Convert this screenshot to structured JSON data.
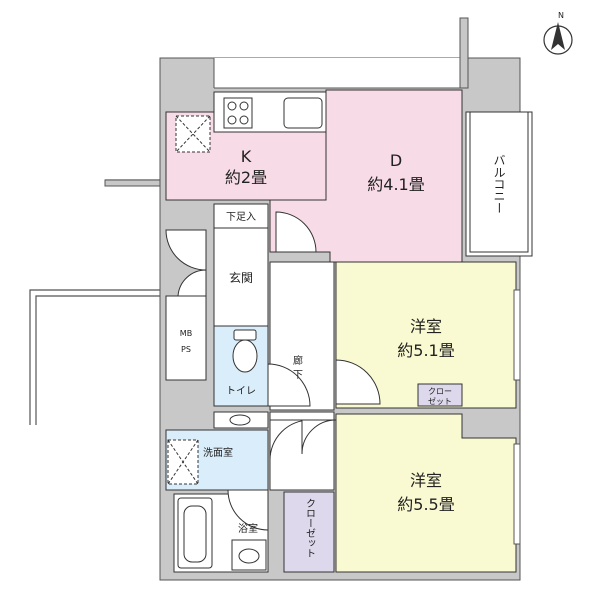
{
  "compass": {
    "label": "N"
  },
  "rooms": {
    "kitchen": {
      "name": "K",
      "size": "約2畳"
    },
    "dining": {
      "name": "D",
      "size": "約4.1畳"
    },
    "balcony": {
      "name": "バルコニー"
    },
    "shoe_storage": {
      "name": "下足入"
    },
    "entrance": {
      "name": "玄関"
    },
    "meter_box": {
      "line1": "MB",
      "line2": "PS"
    },
    "toilet": {
      "name": "トイレ"
    },
    "corridor": {
      "line1": "廊",
      "line2": "下"
    },
    "western_room_1": {
      "name": "洋室",
      "size": "約5.1畳"
    },
    "closet_small": {
      "line1": "クロー",
      "line2": "ゼット"
    },
    "washroom": {
      "name": "洗面室"
    },
    "bathroom": {
      "name": "浴室"
    },
    "closet_tall": {
      "name": "クローゼット"
    },
    "western_room_2": {
      "name": "洋室",
      "size": "約5.5畳"
    }
  },
  "colors": {
    "wall": "#c8c8c8",
    "kitchen_dining": "#f7dbe6",
    "western_rooms": "#fafad2",
    "wet_areas": "#d9eefa",
    "closet": "#ddd8ec",
    "line": "#333333"
  }
}
